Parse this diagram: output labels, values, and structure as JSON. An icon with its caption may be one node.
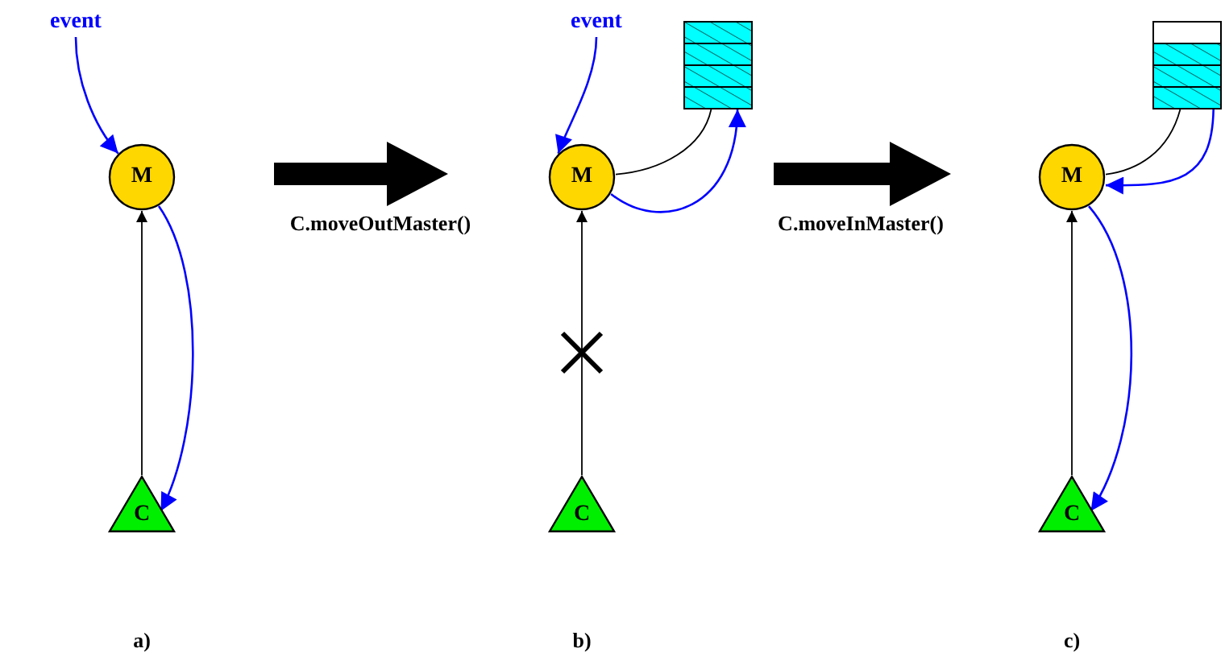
{
  "diagram": {
    "nodes": [
      {
        "text": [
          "event"
        ]
      },
      {
        "text": [
          "M"
        ]
      },
      {
        "text": [
          "C"
        ]
      },
      {
        "text": [
          "event"
        ]
      },
      {
        "text": [
          "M"
        ]
      },
      {
        "text": [],
        "shape": "box"
      },
      {
        "text": [
          "C"
        ]
      },
      {
        "text": [
          "M"
        ]
      },
      {
        "text": [],
        "shape": "box"
      },
      {
        "text": [
          "C"
        ]
      }
    ],
    "edges": [
      {
        "from": 0,
        "to": 1,
        "arrow": "to"
      },
      {
        "from": 2,
        "to": 1,
        "arrow": "to",
        "color": "#000000"
      },
      {
        "from": 1,
        "to": 2,
        "arrow": "to"
      },
      {
        "from": 3,
        "to": 4,
        "arrow": "to"
      },
      {
        "from": 6,
        "to": 4,
        "arrow": "to",
        "color": "#000000"
      },
      {
        "from": 4,
        "to": 5,
        "arrow": "none",
        "color": "#000000"
      },
      {
        "from": 4,
        "to": 5,
        "arrow": "to"
      },
      {
        "from": 9,
        "to": 7,
        "arrow": "to",
        "color": "#000000"
      },
      {
        "from": 8,
        "to": 7,
        "arrow": "none",
        "color": "#000000"
      },
      {
        "from": 8,
        "to": 7,
        "arrow": "to"
      },
      {
        "from": 7,
        "to": 9,
        "arrow": "to"
      }
    ],
    "labels": [
      "C.moveOutMaster()",
      "C.moveInMaster()",
      "a)",
      "b)",
      "c)"
    ]
  }
}
